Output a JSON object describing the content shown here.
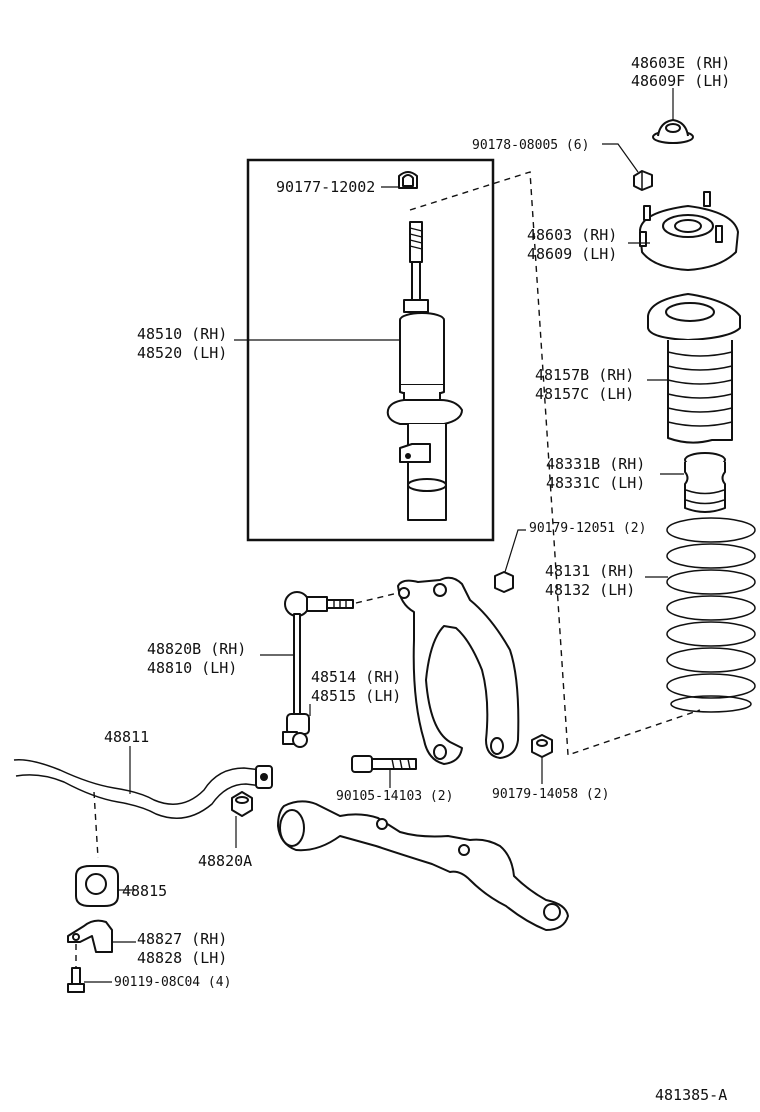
{
  "diagram": {
    "ref_code": "481385-A",
    "labels": {
      "l48603E": "48603E (RH)",
      "l48609F": "48609F (LH)",
      "l90178": "90178-08005 (6)",
      "l48603": "48603 (RH)",
      "l48609": "48609 (LH)",
      "l90177": "90177-12002",
      "l48510": "48510 (RH)",
      "l48520": "48520 (LH)",
      "l48157B": "48157B (RH)",
      "l48157C": "48157C (LH)",
      "l48331B": "48331B (RH)",
      "l48331C": "48331C (LH)",
      "l90179a": "90179-12051 (2)",
      "l48131": "48131 (RH)",
      "l48132": "48132 (LH)",
      "l48820B": "48820B (RH)",
      "l48810": "48810   (LH)",
      "l48514": "48514 (RH)",
      "l48515": "48515 (LH)",
      "l48811": "48811",
      "l90105": "90105-14103 (2)",
      "l90179b": "90179-14058 (2)",
      "l48820A": "48820A",
      "l48815": "48815",
      "l48827": "48827 (RH)",
      "l48828": "48828 (LH)",
      "l90119": "90119-08C04 (4)"
    }
  }
}
